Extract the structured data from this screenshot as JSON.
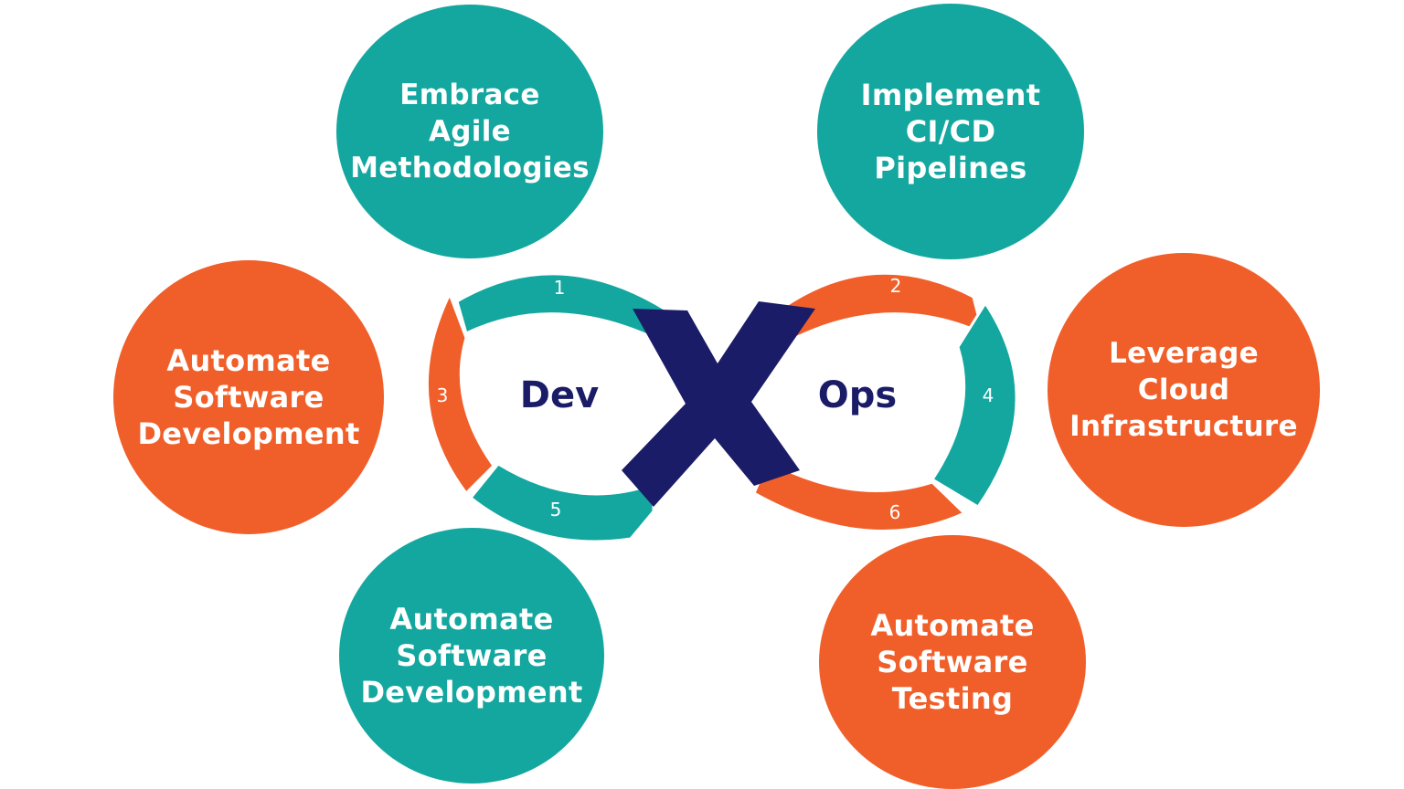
{
  "bubbles": {
    "agile": "Embrace\nAgile\nMethodologies",
    "cicd": "Implement\nCI/CD\nPipelines",
    "autodev_left": "Automate\nSoftware\nDevelopment",
    "cloud": "Leverage\nCloud\nInfrastructure",
    "autodev_bottom": "Automate\nSoftware\nDevelopment",
    "testing": "Automate\nSoftware\nTesting"
  },
  "loop": {
    "dev": "Dev",
    "ops": "Ops",
    "steps": [
      "1",
      "2",
      "3",
      "4",
      "5",
      "6"
    ]
  },
  "colors": {
    "teal": "#13a79f",
    "orange": "#f05f2a",
    "navy": "#1b1c68",
    "white": "#ffffff"
  }
}
